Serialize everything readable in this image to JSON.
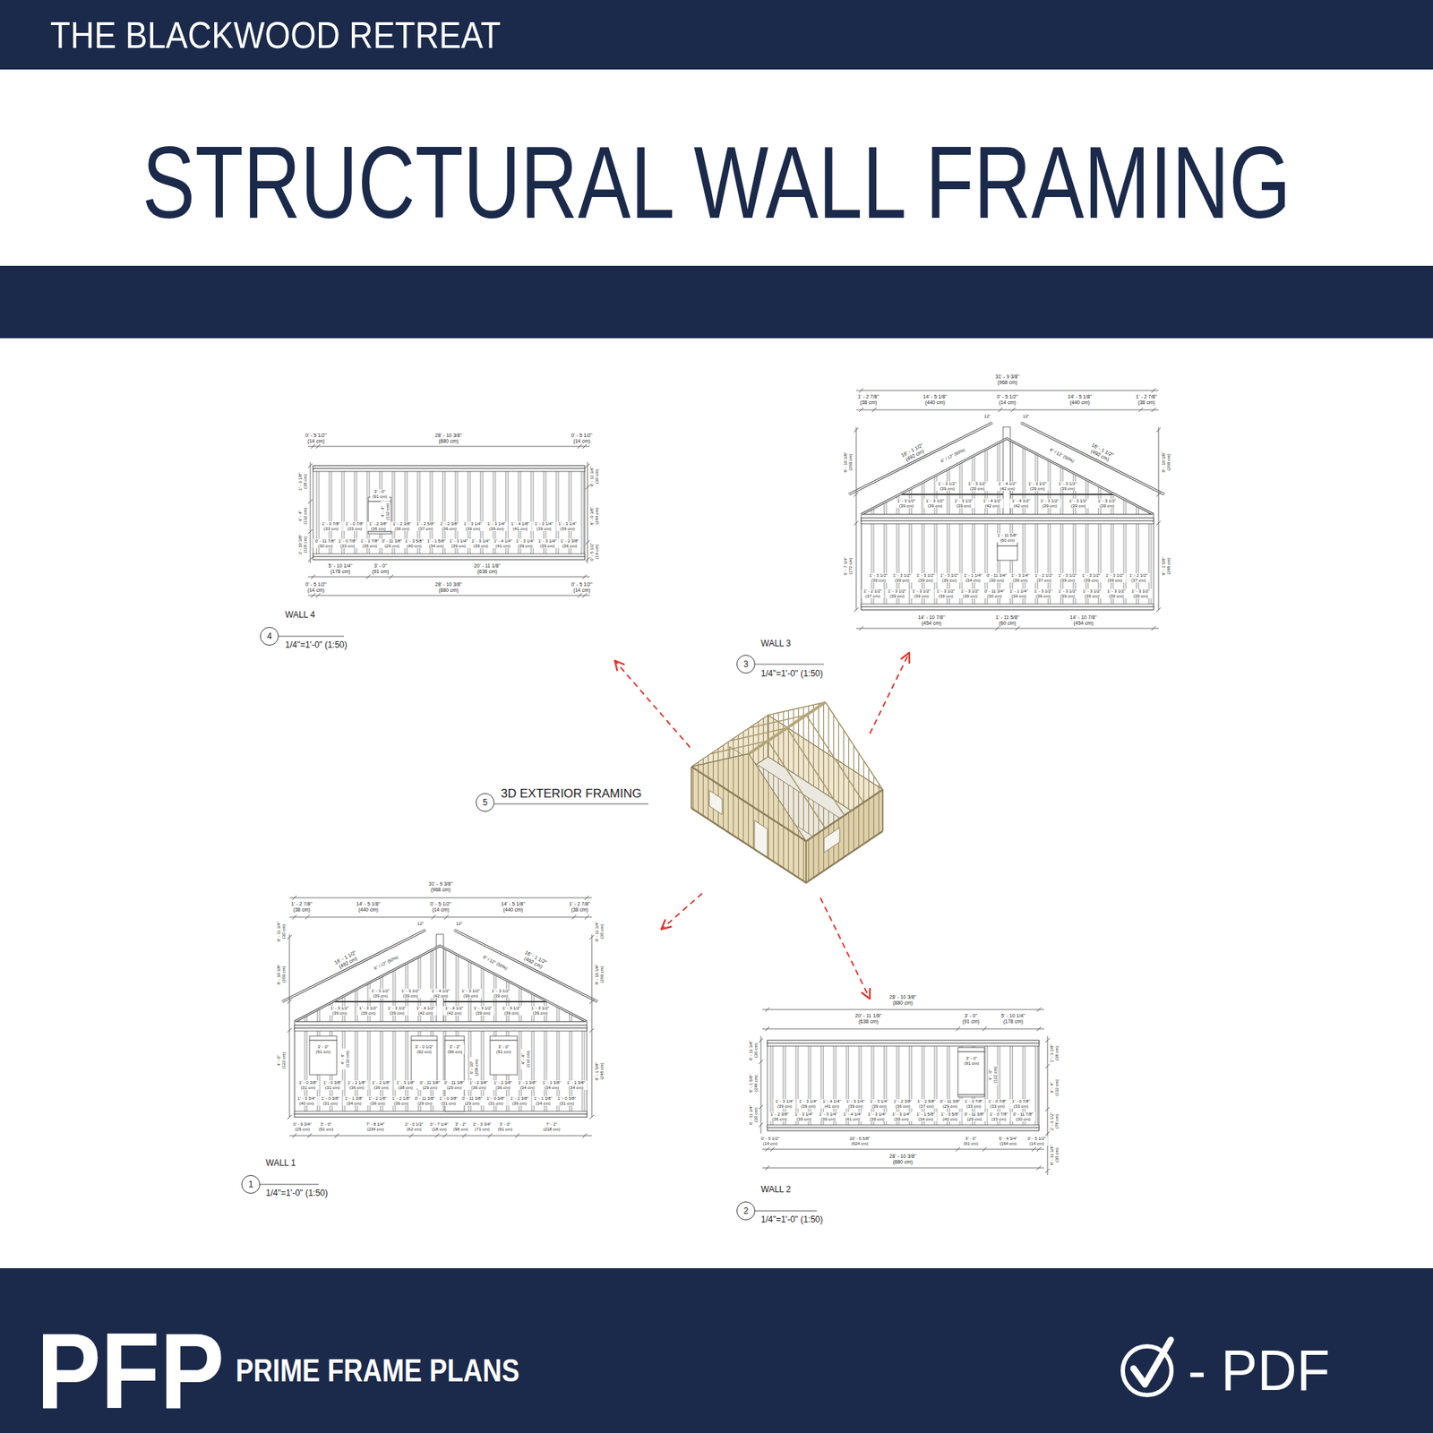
{
  "diagram": {
    "title": "STRUCTURAL WALL FRAMING",
    "nodes": [
      {
        "text": [
          "THE BLACKWOOD RETREAT"
        ]
      },
      {
        "text": [
          "4"
        ]
      },
      {
        "text": [
          "3"
        ]
      },
      {
        "text": [
          "5"
        ]
      },
      {
        "text": [
          "1"
        ]
      },
      {
        "text": [
          "2"
        ]
      },
      {
        "text": [
          "PFP",
          "PRIME FRAME PLANS",
          "- PDF"
        ]
      }
    ],
    "labels": [
      "0' - 5 1/2\" (14 cm)",
      "28' - 10 3/8\" (880 cm)",
      "0' - 5 1/2\" (14 cm)",
      "3' - 0\" (91 cm)",
      "4' - 4\" (132 cm)",
      "1' - 0 7/8\" (33 cm)",
      "1' - 0 7/8\" (33 cm)",
      "1' - 2 3/8\" (36 cm)",
      "1' - 2 3/8\" (36 cm)",
      "1' - 2 5/8\" (37 cm)",
      "1' - 2 3/8\" (36 cm)",
      "1' - 3 1/4\" (39 cm)",
      "1' - 3 1/4\" (39 cm)",
      "1' - 4 1/8\" (41 cm)",
      "1' - 3 1/4\" (39 cm)",
      "1' - 3 1/4\" (39 cm)",
      "0' - 11 7/8\" (30 cm)",
      "1' - 0 7/8\" (33 cm)",
      "1' - 1 7/8\" (35 cm)",
      "0' - 11 3/8\" (29 cm)",
      "1' - 3 5/8\" (40 cm)",
      "1' - 1 5/8\" (34 cm)",
      "1' - 3 1/4\" (39 cm)",
      "1' - 3 1/4\" (39 cm)",
      "1' - 4 1/4\" (41 cm)",
      "1' - 3 1/4\" (39 cm)",
      "1' - 3 1/4\" (39 cm)",
      "1' - 2 3/8\" (36 cm)",
      "5' - 10 1/4\" (178 cm)",
      "3' - 0\" (91 cm)",
      "20' - 11 1/8\" (638 cm)",
      "0' - 5 1/2\" (14 cm)",
      "28' - 10 3/8\" (880 cm)",
      "0' - 5 1/2\" (14 cm)",
      "1' - 3 1/8\" (38 cm)",
      "4' - 4\" (132 cm)",
      "3' - 10 3/8\" (118 cm)",
      "0' - 11 3/4\" (30 cm)",
      "8' - 0 3/8\" (244 cm)",
      "0' - 5 1/2\" (14 cm)",
      "WALL 4",
      "1/4\"=1'-0\" (1:50)",
      "31' - 9 3/8\" (968 cm)",
      "1' - 2 7/8\" (38 cm)",
      "14' - 5 1/8\" (440 cm)",
      "0' - 5 1/2\" (14 cm)",
      "14' - 5 1/8\" (440 cm)",
      "1' - 2 7/8\" (38 cm)",
      "16' - 1 1/2\" (492 cm)",
      "16' - 1 1/2\" (492 cm)",
      "6\" / 12\" (50%)",
      "6\" / 12\" (50%)",
      "12\"",
      "12\"",
      "1' - 3 1/2\" (39 cm)",
      "1' - 3 1/2\" (39 cm)",
      "1' - 4 1/2\" (42 cm)",
      "1' - 3 1/2\" (39 cm)",
      "1' - 3 1/2\" (39 cm)",
      "1' - 3 1/2\" (39 cm)",
      "1' - 3 1/2\" (39 cm)",
      "1' - 3 1/2\" (39 cm)",
      "1' - 4 1/2\" (42 cm)",
      "1' - 4 1/2\" (42 cm)",
      "1' - 3 1/2\" (39 cm)",
      "1' - 3 1/2\" (39 cm)",
      "1' - 3 1/2\" (39 cm)",
      "1' - 11 5/8\" (60 cm)",
      "1' - 3 1/2\" (39 cm)",
      "1' - 3 1/2\" (39 cm)",
      "1' - 3 1/2\" (39 cm)",
      "1' - 3 1/2\" (39 cm)",
      "1' - 1 1/4\" (34 cm)",
      "0' - 11 3/4\" (30 cm)",
      "1' - 3 1/4\" (39 cm)",
      "1' - 2 1/2\" (37 cm)",
      "1' - 3 1/2\" (39 cm)",
      "1' - 3 1/2\" (39 cm)",
      "1' - 3 1/2\" (39 cm)",
      "1' - 2 1/2\" (37 cm)",
      "1' - 2 1/2\" (37 cm)",
      "1' - 3 1/2\" (39 cm)",
      "1' - 3 1/2\" (39 cm)",
      "1' - 3 1/2\" (39 cm)",
      "1' - 3 1/2\" (39 cm)",
      "0' - 11 3/4\" (30 cm)",
      "1' - 1 1/4\" (34 cm)",
      "1' - 3 1/2\" (39 cm)",
      "1' - 3 1/2\" (39 cm)",
      "1' - 3 1/2\" (39 cm)",
      "1' - 3 1/2\" (39 cm)",
      "1' - 3 1/2\" (39 cm)",
      "14' - 10 7/8\" (454 cm)",
      "1' - 11 5/8\" (60 cm)",
      "14' - 10 7/8\" (454 cm)",
      "8' - 10 3/8\" (269 cm)",
      "5' - 7 3/4\" (172 cm)",
      "8' - 10 3/8\" (269 cm)",
      "8' - 1 5/8\" (248 cm)",
      "WALL 3",
      "1/4\"=1'-0\" (1:50)",
      "31' - 9 3/8\" (968 cm)",
      "1' - 2 7/8\" (38 cm)",
      "14' - 5 1/8\" (440 cm)",
      "0' - 5 1/2\" (14 cm)",
      "14' - 5 1/8\" (440 cm)",
      "1' - 2 7/8\" (38 cm)",
      "16' - 1 1/2\" (492 cm)",
      "16' - 1 1/2\" (492 cm)",
      "6\" / 12\" (50%)",
      "6\" / 12\" (50%)",
      "12\"",
      "12\"",
      "1' - 3 1/2\" (39 cm)",
      "1' - 3 1/2\" (39 cm)",
      "1' - 4 1/2\" (42 cm)",
      "1' - 3 1/2\" (39 cm)",
      "1' - 3 1/2\" (39 cm)",
      "1' - 3 1/2\" (39 cm)",
      "1' - 3 1/2\" (39 cm)",
      "1' - 3 1/2\" (39 cm)",
      "1' - 4 1/2\" (42 cm)",
      "1' - 4 1/2\" (42 cm)",
      "1' - 3 1/2\" (39 cm)",
      "1' - 3 1/2\" (39 cm)",
      "1' - 3 1/2\" (39 cm)",
      "3' - 0\" (91 cm)",
      "3' - 0 1/2\" (92 cm)",
      "3' - 2\" (96 cm)",
      "3' - 0\" (91 cm)",
      "4' - 4\" (132 cm)",
      "6' - 10\" (208 cm)",
      "4' - 4\" (132 cm)",
      "1' - 0 3/8\" (31 cm)",
      "1' - 0 3/8\" (31 cm)",
      "1' - 2 1/8\" (36 cm)",
      "1' - 2 1/8\" (36 cm)",
      "1' - 3 1/8\" (38 cm)",
      "0' - 11 3/8\" (29 cm)",
      "0' - 11 3/8\" (29 cm)",
      "1' - 2 3/8\" (36 cm)",
      "1' - 2 3/8\" (36 cm)",
      "1' - 1 3/8\" (34 cm)",
      "1' - 1 3/8\" (34 cm)",
      "1' - 1 3/8\" (34 cm)",
      "1' - 3 3/4\" (40 cm)",
      "1' - 0 3/8\" (31 cm)",
      "1' - 1 3/8\" (34 cm)",
      "1' - 2 1/8\" (36 cm)",
      "1' - 2 1/8\" (36 cm)",
      "0' - 11 3/8\" (29 cm)",
      "1' - 0 3/8\" (31 cm)",
      "0' - 11 3/8\" (29 cm)",
      "1' - 0 3/8\" (31 cm)",
      "1' - 2 3/8\" (36 cm)",
      "1' - 1 3/8\" (34 cm)",
      "1' - 0 3/8\" (31 cm)",
      "0' - 9 3/4\" (25 cm)",
      "3' - 0\" (91 cm)",
      "7' - 8 1/4\" (234 cm)",
      "2' - 0 1/2\" (62 cm)",
      "0' - 7 1/4\" (18 cm)",
      "3' - 2\" (96 cm)",
      "2' - 3 3/4\" (71 cm)",
      "3' - 0\" (91 cm)",
      "7' - 2\" (218 cm)",
      "0' - 11 3/4\" (30 cm)",
      "8' - 10 3/8\" (269 cm)",
      "4' - 0\" (122 cm)",
      "0' - 11 3/4\" (30 cm)",
      "8' - 10 3/8\" (269 cm)",
      "8' - 1 5/8\" (248 cm)",
      "WALL 1",
      "1/4\"=1'-0\" (1:50)",
      "28' - 10 3/8\" (880 cm)",
      "20' - 11 1/8\" (638 cm)",
      "3' - 0\" (91 cm)",
      "5' - 10 1/4\" (178 cm)",
      "3' - 0\" (91 cm)",
      "4' - 0\" (122 cm)",
      "1' - 3 1/4\" (39 cm)",
      "1' - 3 1/4\" (39 cm)",
      "1' - 4 1/4\" (41 cm)",
      "1' - 3 1/4\" (39 cm)",
      "1' - 3 1/4\" (39 cm)",
      "1' - 2 3/8\" (36 cm)",
      "1' - 2 5/8\" (37 cm)",
      "0' - 11 3/8\" (29 cm)",
      "1' - 0 7/8\" (33 cm)",
      "1' - 0 7/8\" (33 cm)",
      "1' - 0 7/8\" (33 cm)",
      "1' - 2 3/8\" (36 cm)",
      "1' - 3 1/4\" (39 cm)",
      "1' - 3 1/4\" (39 cm)",
      "1' - 4 1/4\" (41 cm)",
      "1' - 3 1/4\" (39 cm)",
      "1' - 3 1/4\" (39 cm)",
      "1' - 1 5/8\" (34 cm)",
      "1' - 3 5/8\" (40 cm)",
      "0' - 11 3/8\" (29 cm)",
      "1' - 0 7/8\" (33 cm)",
      "0' - 11 7/8\" (30 cm)",
      "0' - 5 1/2\" (14 cm)",
      "20' - 5 5/8\" (624 cm)",
      "3' - 0\" (91 cm)",
      "5' - 4 3/4\" (164 cm)",
      "0' - 5 1/2\" (14 cm)",
      "28' - 10 3/8\" (880 cm)",
      "0' - 11 3/4\" (30 cm)",
      "8' - 1 5/8\" (248 cm)",
      "0' - 11 3/4\" (30 cm)",
      "1' - 3 1/8\" (38 cm)",
      "4' - 4\" (132 cm)",
      "2' - 6 1/2\" (78 cm)",
      "0' - 11 3/4\" (30 cm)",
      "WALL 2",
      "1/4\"=1'-0\" (1:50)",
      "3D EXTERIOR FRAMING"
    ]
  }
}
